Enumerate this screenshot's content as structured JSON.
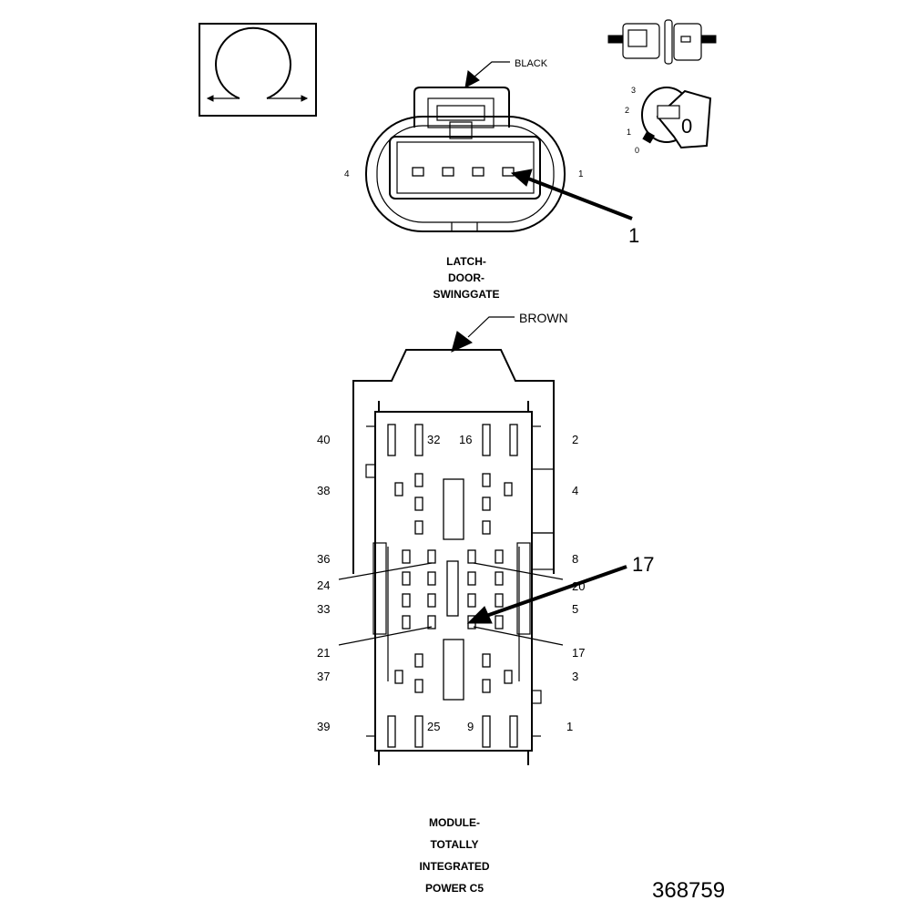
{
  "connector_top": {
    "color_label": "BLACK",
    "pin_left": "4",
    "pin_right": "1",
    "callout": "1",
    "name_lines": [
      "LATCH-",
      "DOOR-",
      "SWINGGATE"
    ]
  },
  "key_switch": {
    "positions": [
      "3",
      "2",
      "1",
      "0"
    ],
    "key_face": "0"
  },
  "connector_bottom": {
    "color_label": "BROWN",
    "callout": "17",
    "left_pins": [
      "40",
      "38",
      "36",
      "24",
      "33",
      "21",
      "37",
      "39"
    ],
    "right_pins": [
      "2",
      "4",
      "8",
      "20",
      "5",
      "17",
      "3",
      "1"
    ],
    "inner_top": [
      "32",
      "16"
    ],
    "inner_bottom": [
      "25",
      "9"
    ],
    "name_lines": [
      "MODULE-",
      "TOTALLY",
      "INTEGRATED",
      "POWER C5"
    ]
  },
  "figure_number": "368759"
}
